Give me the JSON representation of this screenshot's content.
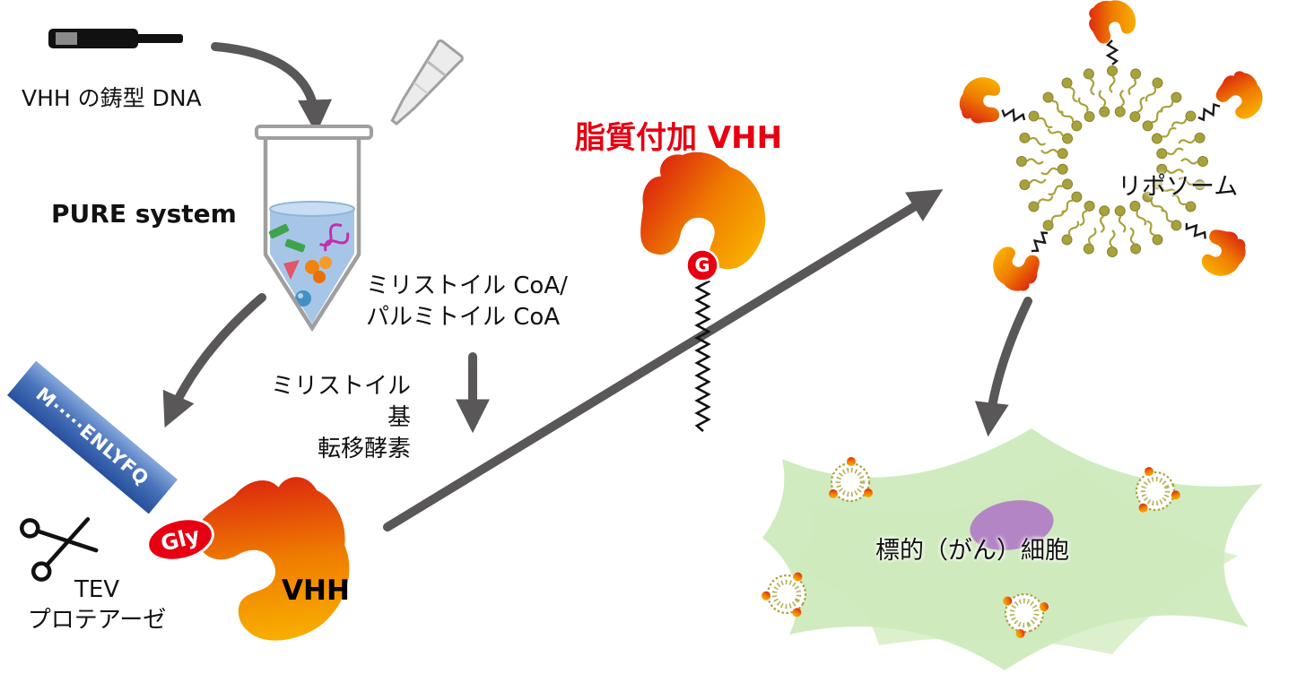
{
  "diagram": {
    "template_dna_label": "VHH の鋳型 DNA",
    "pure_system_label": "PURE system",
    "coa_line1": "ミリストイル CoA/",
    "coa_line2": "パルミトイル CoA",
    "transferase_line1": "ミリストイル基",
    "transferase_line2": "転移酵素",
    "ribbon_sequence": "M·····ENLYFQ",
    "tev_line1": "TEV",
    "tev_line2": "プロテアーゼ",
    "gly_label": "Gly",
    "vhh_label": "VHH",
    "lipidated_vhh_label": "脂質付加 VHH",
    "g_residue_label": "G",
    "liposome_label": "リポソーム",
    "target_cell_label": "標的（がん）細胞"
  },
  "icons": {
    "dna_template": "black-bar-shape",
    "pipette_tip": "tilted-tip-shape",
    "test_tube": "conical-tube-shape",
    "scissors": "scissors-shape",
    "liposome": "lipid-bilayer-ring",
    "vhh_protein": "orange-blob-shape"
  },
  "colors": {
    "accent_red": "#e60012",
    "blob_red_top": "#dd2b0e",
    "blob_orange_bottom": "#f9ae00",
    "arrow_gray": "#595757",
    "lipid_olive": "#a8a23c",
    "cell_green": "#cde9bb",
    "nucleus_purple": "#b27cc6",
    "ribbon_blue": "#4a74ba",
    "liquid_blue": "#a7c6e7"
  }
}
